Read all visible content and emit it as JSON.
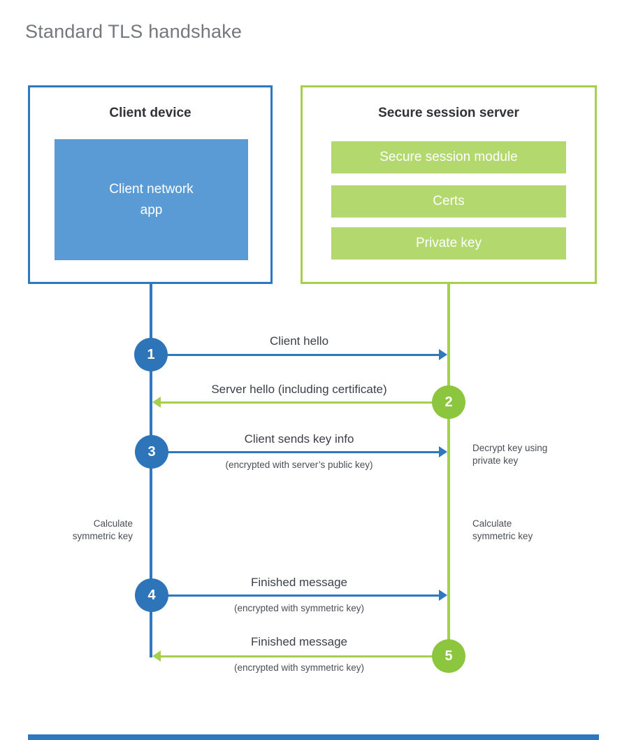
{
  "title": "Standard TLS handshake",
  "client": {
    "title": "Client device",
    "app_label": "Client network\napp"
  },
  "server": {
    "title": "Secure session server",
    "modules": [
      "Secure session module",
      "Certs",
      "Private key"
    ]
  },
  "steps": [
    {
      "num": "1",
      "label": "Client hello",
      "sub": "",
      "direction": "right",
      "from": "client",
      "to": "server"
    },
    {
      "num": "2",
      "label": "Server hello (including certificate)",
      "sub": "",
      "direction": "left",
      "from": "server",
      "to": "client"
    },
    {
      "num": "3",
      "label": "Client sends key info",
      "sub": "(encrypted with server’s public key)",
      "direction": "right",
      "from": "client",
      "to": "server"
    },
    {
      "num": "4",
      "label": "Finished message",
      "sub": "(encrypted with symmetric key)",
      "direction": "right",
      "from": "client",
      "to": "server"
    },
    {
      "num": "5",
      "label": "Finished message",
      "sub": "(encrypted with symmetric key)",
      "direction": "left",
      "from": "server",
      "to": "client"
    }
  ],
  "notes": {
    "decrypt": "Decrypt key using\nprivate key",
    "calculate_left": "Calculate\nsymmetric key",
    "calculate_right": "Calculate\nsymmetric key"
  },
  "colors": {
    "blue": "#2e78bf",
    "blue_fill": "#5b9bd5",
    "blue_circle": "#2e74b8",
    "green": "#a5cf4d",
    "green_fill": "#b3d86e",
    "green_circle": "#8cc63e",
    "text_dark": "#2f3337",
    "text_label": "#3c4047",
    "text_sub": "#4a4e54",
    "title_gray": "#74787d"
  }
}
